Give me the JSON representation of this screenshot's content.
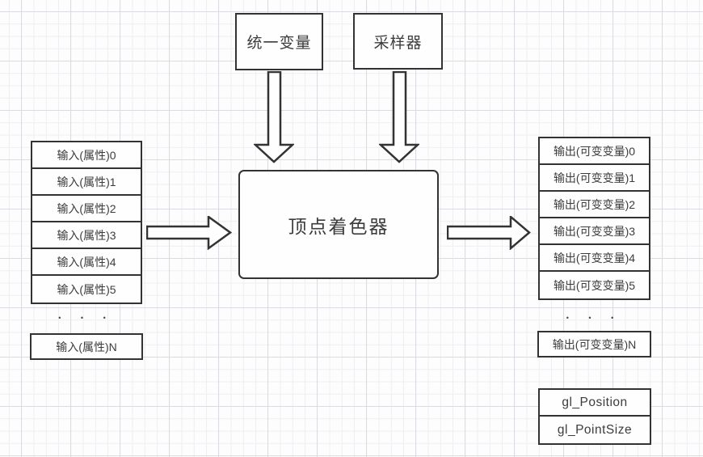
{
  "diagram": {
    "center_box_label": "顶点着色器",
    "uniforms_box_label": "统一变量",
    "sampler_box_label": "采样器"
  },
  "inputs": {
    "rows": [
      "输入(属性)0",
      "输入(属性)1",
      "输入(属性)2",
      "输入(属性)3",
      "输入(属性)4",
      "输入(属性)5"
    ],
    "ellipsis": "• • •",
    "last_row": "输入(属性)N"
  },
  "outputs": {
    "rows": [
      "输出(可变变量)0",
      "输出(可变变量)1",
      "输出(可变变量)2",
      "输出(可变变量)3",
      "输出(可变变量)4",
      "输出(可变变量)5"
    ],
    "ellipsis": "• • •",
    "last_row": "输出(可变变量)N"
  },
  "builtins": {
    "rows": [
      "gl_Position",
      "gl_PointSize"
    ]
  },
  "colors": {
    "stroke": "#333333",
    "text": "#3c3c3c",
    "background": "#fdfdfe",
    "grid_minor": "#efeff3",
    "grid_major": "#dadce1"
  }
}
